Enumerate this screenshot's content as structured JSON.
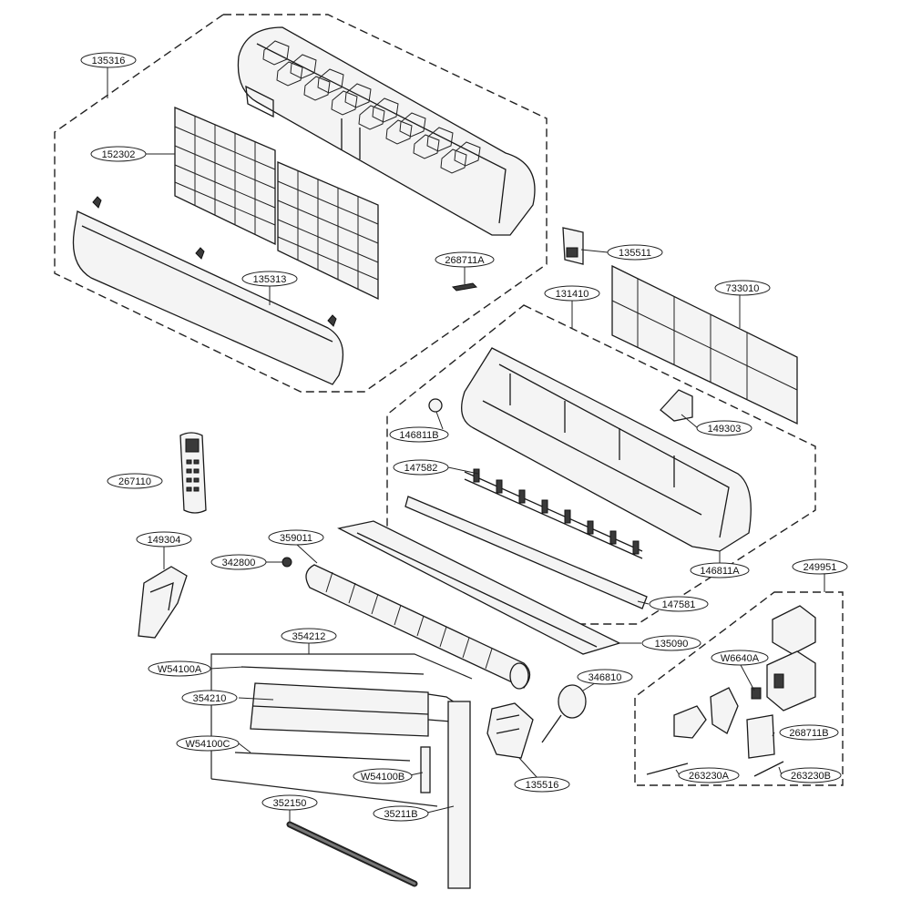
{
  "labels": {
    "p135316": "135316",
    "p152302": "152302",
    "p135313": "135313",
    "p268711A": "268711A",
    "p135511": "135511",
    "p131410": "131410",
    "p733010": "733010",
    "p146811B": "146811B",
    "p149303": "149303",
    "p147582": "147582",
    "p146811A": "146811A",
    "p267110": "267110",
    "p149304": "149304",
    "p359011": "359011",
    "p342800": "342800",
    "p147581": "147581",
    "p135090": "135090",
    "p249951": "249951",
    "p354212": "354212",
    "pW54100A": "W54100A",
    "p354210": "354210",
    "pW54100C": "W54100C",
    "pW54100B": "W54100B",
    "p346810": "346810",
    "pW6640A": "W6640A",
    "p268711B": "268711B",
    "p135516": "135516",
    "p35211B": "35211B",
    "p352150": "352150",
    "p263230A": "263230A",
    "p263230B": "263230B"
  }
}
